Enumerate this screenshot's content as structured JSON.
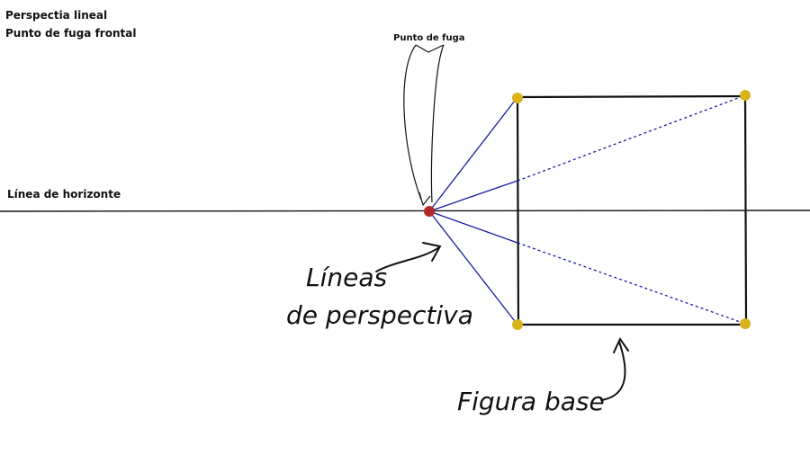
{
  "titles": {
    "line1": "Perspectia lineal",
    "line2": "Punto de fuga frontal"
  },
  "labels": {
    "horizon": "Línea de horizonte",
    "vanishing_point": "Punto de fuga",
    "perspective_line1": "Líneas",
    "perspective_line2": "de perspectiva",
    "base_figure": "Figura base"
  },
  "colors": {
    "vanishing_point": "#b02a2a",
    "vertex": "#d9b21c",
    "perspective_lines": "#1a1aa6",
    "ink": "#111111"
  }
}
